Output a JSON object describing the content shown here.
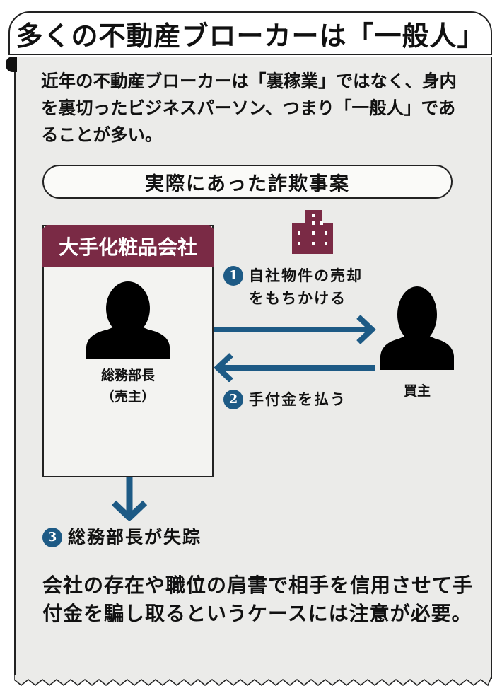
{
  "title": "多くの不動産ブローカーは「一般人」",
  "intro": "近年の不動産ブローカーは「裏稼業」ではなく、身内を裏切ったビジネスパーソン、つまり「一般人」であることが多い。",
  "case_title": "実際にあった詐欺事案",
  "company": {
    "name": "大手化粧品会社",
    "person_role": "総務部長",
    "person_sub": "（売主）"
  },
  "buyer": "買主",
  "steps": [
    {
      "num": "1",
      "text": "自社物件の売却をもちかける"
    },
    {
      "num": "2",
      "text": "手付金を払う"
    },
    {
      "num": "3",
      "text": "総務部長が失踪"
    }
  ],
  "closing": "会社の存在や職位の肩書で相手を信用させて手付金を騙し取るというケースには注意が必要。",
  "colors": {
    "maroon": "#7a2a45",
    "blue": "#1d5a85"
  }
}
